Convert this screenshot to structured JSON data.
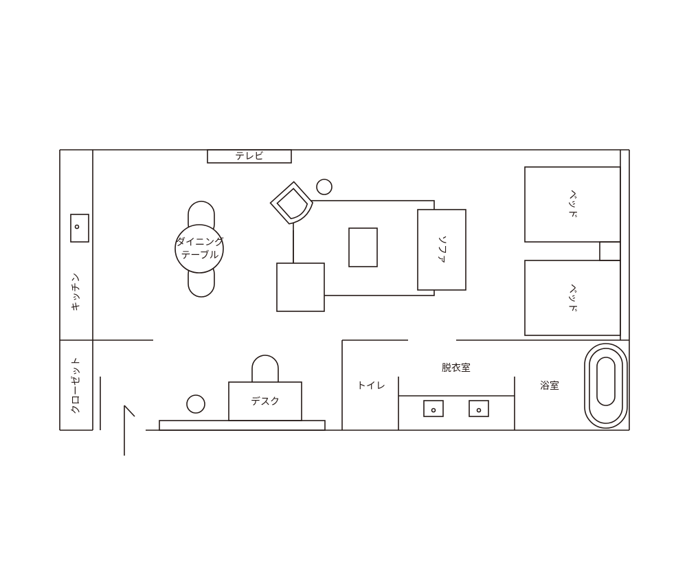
{
  "rooms": {
    "kitchen": "キッチン",
    "closet": "クローゼット",
    "toilet": "トイレ",
    "dressing_room": "脱衣室",
    "bathroom": "浴室"
  },
  "furniture": {
    "tv": "テレビ",
    "dining_table_line1": "ダイニング",
    "dining_table_line2": "テーブル",
    "sofa": "ソファ",
    "bed_1": "ベッド",
    "bed_2": "ベッド",
    "desk": "デスク"
  },
  "colors": {
    "line": "#231815",
    "background": "#ffffff"
  }
}
